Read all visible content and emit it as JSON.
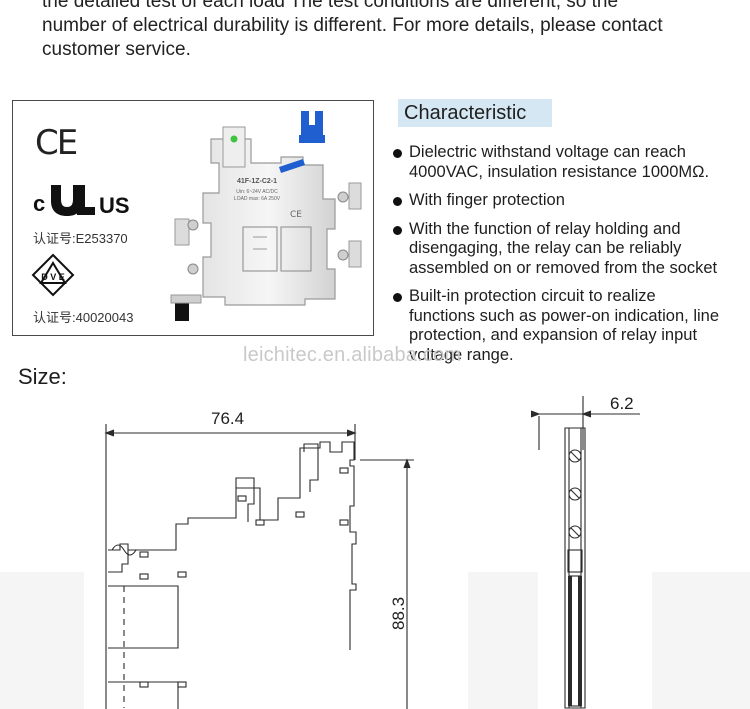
{
  "intro": {
    "lines": [
      "the detailed test of each load The test conditions are different, so the",
      "number of electrical durability is different. For more details, please contact",
      "customer service."
    ]
  },
  "certifications": {
    "ce": "CE",
    "ul_prefix": "c",
    "ul_suffix": "US",
    "ul_number": "认证号:E253370",
    "vde_number": "认证号:40020043"
  },
  "product_labels": {
    "model": "41F-1Z-C2-1",
    "rating_1": "Uin: 6~24V AC/DC",
    "rating_2": "LOAD max: 6A 250V"
  },
  "characteristic": {
    "title": "Characteristic",
    "items": [
      {
        "lines": [
          "Dielectric withstand voltage can reach",
          "4000VAC, insulation resistance 1000MΩ."
        ]
      },
      {
        "lines": [
          "With finger protection"
        ]
      },
      {
        "lines": [
          "With the function of relay holding and",
          "disengaging, the relay can be reliably",
          "assembled on or removed from the socket"
        ]
      },
      {
        "lines": [
          "Built-in protection circuit to realize",
          "functions such as power-on indication, line",
          "protection, and expansion of relay input",
          "voltage range."
        ]
      }
    ]
  },
  "watermark": "leichitec.en.alibaba.com",
  "size": {
    "label": "Size:",
    "width_mm": "76.4",
    "height_mm": "88.3",
    "depth_mm": "6.2"
  },
  "colors": {
    "title_band": "#d5e7f3",
    "relay_blue": "#1f5fd0",
    "led_green": "#3ec43e"
  }
}
